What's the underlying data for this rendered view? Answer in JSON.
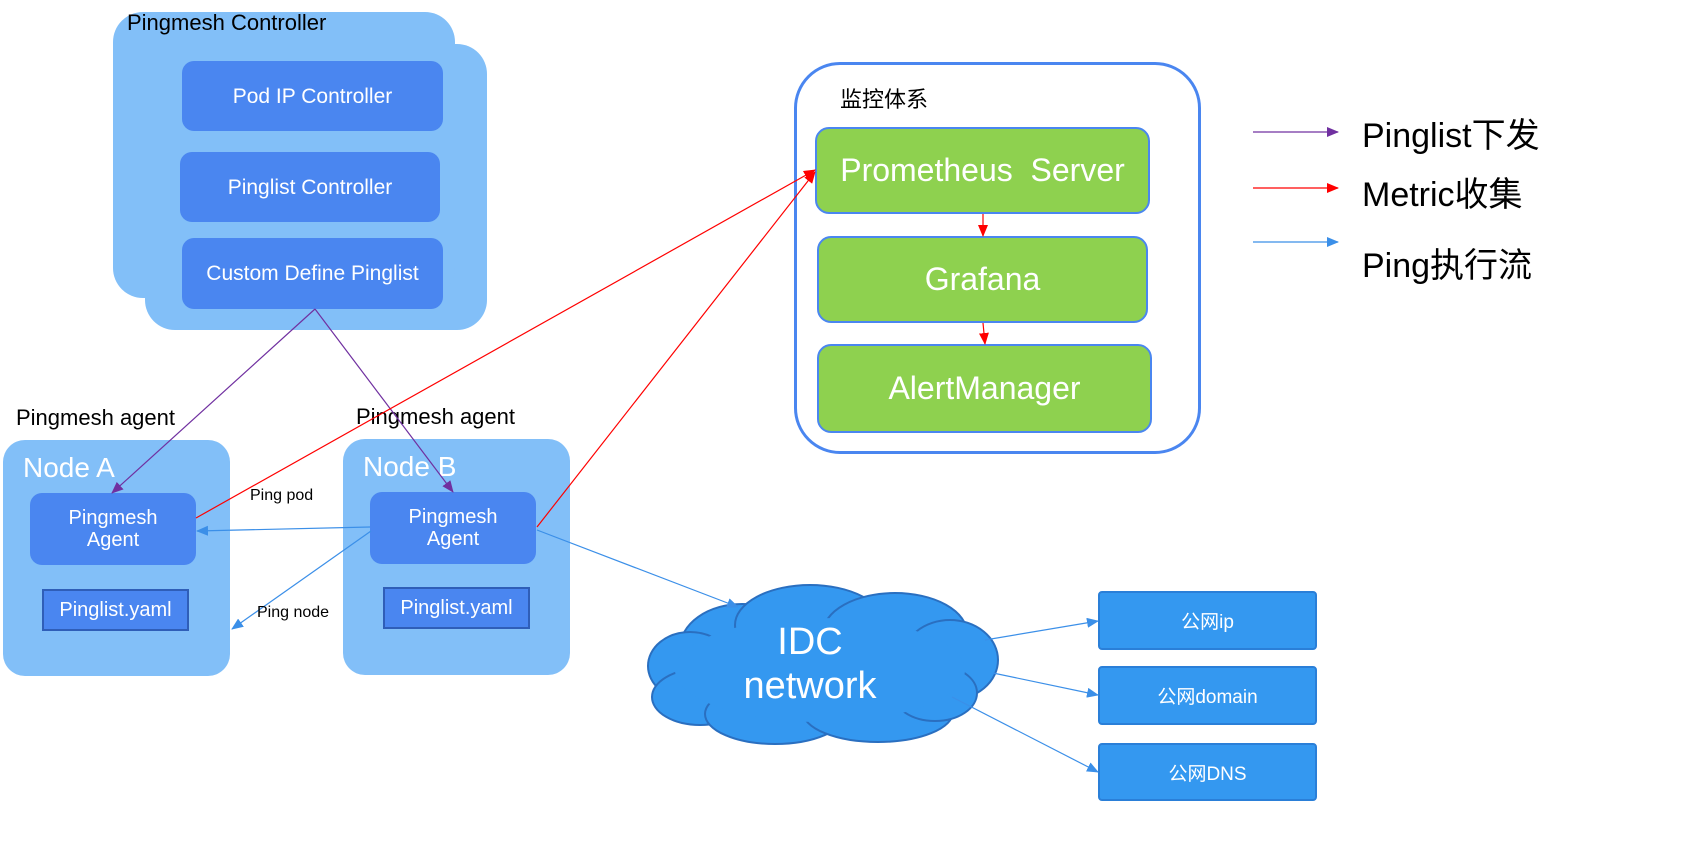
{
  "controller": {
    "title": "Pingmesh Controller",
    "pod_ip": "Pod IP Controller",
    "pinglist": "Pinglist Controller",
    "custom": "Custom Define Pinglist"
  },
  "monitoring": {
    "title": "监控体系",
    "prometheus": "Prometheus  Server",
    "grafana": "Grafana",
    "alertmanager": "AlertManager"
  },
  "legend": [
    {
      "label": "Pinglist下发",
      "color": "#7030a0"
    },
    {
      "label": "Metric收集",
      "color": "#ff0000"
    },
    {
      "label": "Ping执行流",
      "color": "#3b8fe8"
    }
  ],
  "node_a": {
    "caption": "Pingmesh agent",
    "title": "Node A",
    "agent_line1": "Pingmesh",
    "agent_line2": "Agent",
    "yaml": "Pinglist.yaml"
  },
  "node_b": {
    "caption": "Pingmesh agent",
    "title": "Node B",
    "agent_line1": "Pingmesh",
    "agent_line2": "Agent",
    "yaml": "Pinglist.yaml"
  },
  "edge_labels": {
    "ping_pod": "Ping pod",
    "ping_node": "Ping node"
  },
  "network": {
    "line1": "IDC",
    "line2": "network"
  },
  "external": {
    "public_ip": "公网ip",
    "public_domain": "公网domain",
    "public_dns": "公网DNS"
  }
}
